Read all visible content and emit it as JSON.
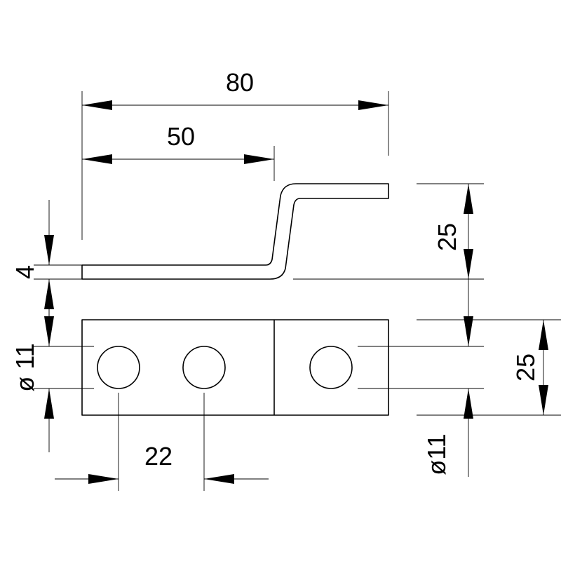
{
  "drawing": {
    "colors": {
      "line": "#000000",
      "background": "#ffffff"
    },
    "dimensions": {
      "overall_length": "80",
      "offset_length": "50",
      "bend_height": "25",
      "thickness": "4",
      "hole_diameter_left": "ø 11",
      "hole_spacing": "22",
      "plate_width": "25",
      "hole_diameter_right": "ø11"
    }
  }
}
